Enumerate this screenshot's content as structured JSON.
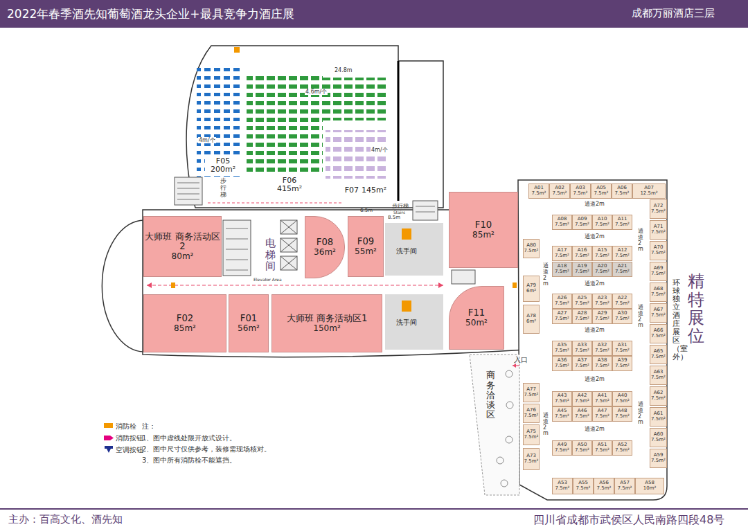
{
  "diagram": {
    "title": "2022年春季酒先知葡萄酒龙头企业+最具竞争力酒庄展",
    "nodes": [
      {
        "text": [
          "F05",
          "200m²"
        ]
      },
      {
        "text": [
          "F06",
          "415m²"
        ]
      },
      {
        "text": [
          "F07",
          "145m²"
        ]
      },
      {
        "text": [
          "大师班 商务活动区2",
          "80m²"
        ]
      },
      {
        "text": [
          "电梯间"
        ]
      },
      {
        "text": [
          "F08",
          "36m²"
        ]
      },
      {
        "text": [
          "F09",
          "55m²"
        ]
      },
      {
        "text": [
          "洗手间"
        ]
      },
      {
        "text": [
          "洗手间"
        ]
      },
      {
        "text": [
          "F10",
          "85m²"
        ]
      },
      {
        "text": [
          "F02",
          "85m²"
        ]
      },
      {
        "text": [
          "F01",
          "56m²"
        ]
      },
      {
        "text": [
          "大师班 商务活动区1",
          "150m²"
        ]
      },
      {
        "text": [
          "F11",
          "50m²"
        ]
      },
      {
        "text": [
          "商务洽谈区"
        ]
      },
      {
        "text": [
          "环球独立酒庄展区（室外）"
        ]
      },
      {
        "text": [
          "精特展位"
        ]
      },
      {
        "text": [
          "A01",
          "7.5m²"
        ]
      },
      {
        "text": [
          "A02",
          "7.5m²"
        ]
      },
      {
        "text": [
          "A03",
          "7.5m²"
        ]
      },
      {
        "text": [
          "A05",
          "7.5m²"
        ]
      },
      {
        "text": [
          "A06",
          "7.5m²"
        ]
      },
      {
        "text": [
          "A07",
          "12.5m²"
        ]
      },
      {
        "text": [
          "A72",
          "7.5m²"
        ]
      },
      {
        "text": [
          "A71",
          "7.5m²"
        ]
      },
      {
        "text": [
          "A70",
          "7.5m²"
        ]
      },
      {
        "text": [
          "A69",
          "7.5m²"
        ]
      },
      {
        "text": [
          "A68",
          "7.5m²"
        ]
      },
      {
        "text": [
          "A67",
          "7.5m²"
        ]
      },
      {
        "text": [
          "A66",
          "7.5m²"
        ]
      },
      {
        "text": [
          "A65",
          "7.5m²"
        ]
      },
      {
        "text": [
          "A63",
          "7.5m²"
        ]
      },
      {
        "text": [
          "A62",
          "7.5m²"
        ]
      },
      {
        "text": [
          "A61",
          "7.5m²"
        ]
      },
      {
        "text": [
          "A60",
          "7.5m²"
        ]
      },
      {
        "text": [
          "A59",
          "7.5m²"
        ]
      },
      {
        "text": [
          "A08",
          "7.5m²"
        ]
      },
      {
        "text": [
          "A09",
          "7.5m²"
        ]
      },
      {
        "text": [
          "A10",
          "7.5m²"
        ]
      },
      {
        "text": [
          "A11",
          "7.5m²"
        ]
      },
      {
        "text": [
          "A17",
          "7.5m²"
        ]
      },
      {
        "text": [
          "A16",
          "7.5m²"
        ]
      },
      {
        "text": [
          "A15",
          "7.5m²"
        ]
      },
      {
        "text": [
          "A12",
          "7.5m²"
        ]
      },
      {
        "text": [
          "A18",
          "7.5m²"
        ]
      },
      {
        "text": [
          "A19",
          "7.5m²"
        ]
      },
      {
        "text": [
          "A20",
          "7.5m²"
        ]
      },
      {
        "text": [
          "A21",
          "7.5m²"
        ]
      },
      {
        "text": [
          "A26",
          "7.5m²"
        ]
      },
      {
        "text": [
          "A25",
          "7.5m²"
        ]
      },
      {
        "text": [
          "A23",
          "7.5m²"
        ]
      },
      {
        "text": [
          "A22",
          "7.5m²"
        ]
      },
      {
        "text": [
          "A27",
          "7.5m²"
        ]
      },
      {
        "text": [
          "A28",
          "7.5m²"
        ]
      },
      {
        "text": [
          "A29",
          "7.5m²"
        ]
      },
      {
        "text": [
          "A30",
          "7.5m²"
        ]
      },
      {
        "text": [
          "A35",
          "7.5m²"
        ]
      },
      {
        "text": [
          "A33",
          "7.5m²"
        ]
      },
      {
        "text": [
          "A32",
          "7.5m²"
        ]
      },
      {
        "text": [
          "A31",
          "7.5m²"
        ]
      },
      {
        "text": [
          "A36",
          "7.5m²"
        ]
      },
      {
        "text": [
          "A37",
          "7.5m²"
        ]
      },
      {
        "text": [
          "A38",
          "7.5m²"
        ]
      },
      {
        "text": [
          "A39",
          "7.5m²"
        ]
      },
      {
        "text": [
          "A43",
          "7.5m²"
        ]
      },
      {
        "text": [
          "A42",
          "7.5m²"
        ]
      },
      {
        "text": [
          "A41",
          "7.5m²"
        ]
      },
      {
        "text": [
          "A40",
          "7.5m²"
        ]
      },
      {
        "text": [
          "A45",
          "7.5m²"
        ]
      },
      {
        "text": [
          "A46",
          "7.5m²"
        ]
      },
      {
        "text": [
          "A47",
          "7.5m²"
        ]
      },
      {
        "text": [
          "A48",
          "7.5m²"
        ]
      },
      {
        "text": [
          "A49",
          "7.5m²"
        ]
      },
      {
        "text": [
          "A50",
          "7.5m²"
        ]
      },
      {
        "text": [
          "A51",
          "7.5m²"
        ]
      },
      {
        "text": [
          "A52",
          "7.5m²"
        ]
      },
      {
        "text": [
          "A80",
          "7.5m²"
        ]
      },
      {
        "text": [
          "A79",
          "6m²"
        ]
      },
      {
        "text": [
          "A78",
          "6m²"
        ]
      },
      {
        "text": [
          "A77",
          "7.5m²"
        ]
      },
      {
        "text": [
          "A76",
          "7.5m²"
        ]
      },
      {
        "text": [
          "A75",
          "7.5m²"
        ]
      },
      {
        "text": [
          "A73",
          "7.5m²"
        ]
      },
      {
        "text": [
          "A53",
          "7.5m²"
        ]
      },
      {
        "text": [
          "A55",
          "7.5m²"
        ]
      },
      {
        "text": [
          "A56",
          "7.5m²"
        ]
      },
      {
        "text": [
          "A57",
          "7.5m²"
        ]
      },
      {
        "text": [
          "A58",
          "10m²"
        ]
      }
    ],
    "labels": [
      "成都万丽酒店三层",
      "主办：百高文化、酒先知",
      "四川省成都市武侯区人民南路四段48号",
      "24.8m",
      "4.6m/个",
      "4m/个",
      "4m/个",
      "步行梯",
      "步行梯",
      "Stairs",
      "Elevator Area",
      "6.5m",
      "8.5m",
      "入口",
      "通道2m",
      "通道2m",
      "通道2m",
      "通道2m",
      "通道2m",
      "通道2m",
      "通道2m",
      "通道2m",
      "通道2m",
      "通道2m",
      "通道2m",
      "注：",
      "1、图中虚线处限开放式设计。",
      "2、图中尺寸仅供参考，装修需现场核对。",
      "3、图中所有消防栓不能遮挡。"
    ],
    "legend": [
      {
        "text": "消防栓",
        "color": "#f39800"
      },
      {
        "text": "消防按钮"
      },
      {
        "text": "空调按钮"
      }
    ]
  }
}
